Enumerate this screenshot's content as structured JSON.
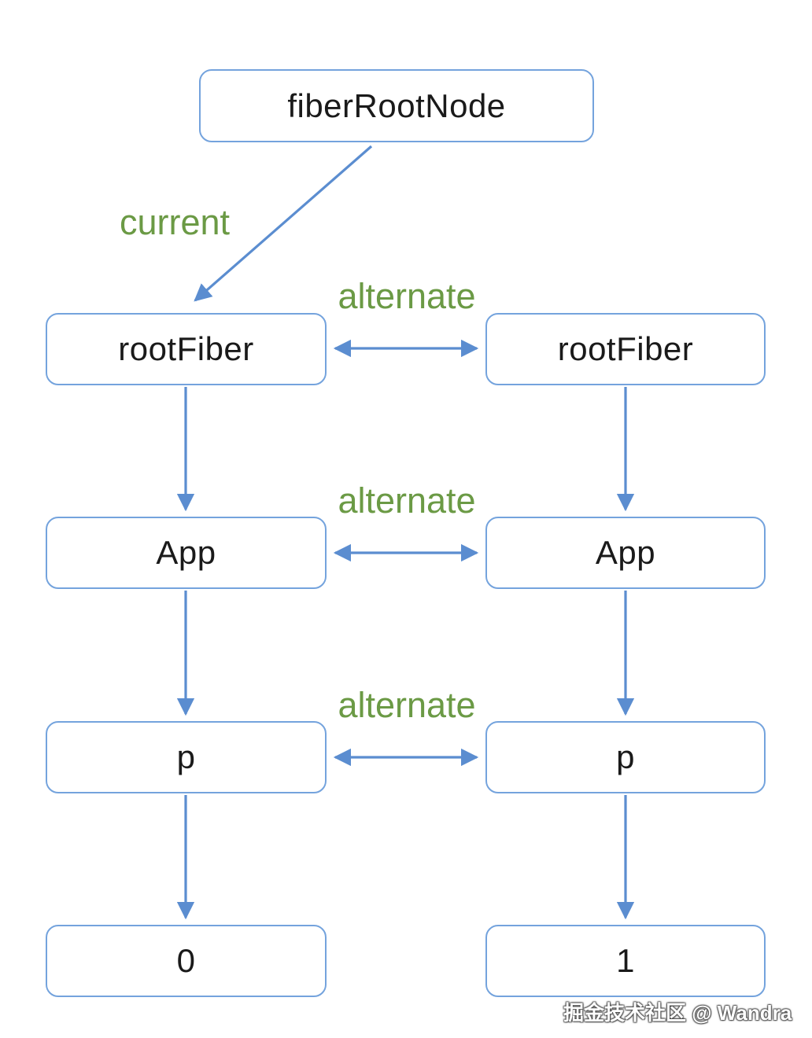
{
  "diagram": {
    "nodes": {
      "fiberRootNode": {
        "label": "fiberRootNode"
      },
      "rootFiberLeft": {
        "label": "rootFiber"
      },
      "rootFiberRight": {
        "label": "rootFiber"
      },
      "appLeft": {
        "label": "App"
      },
      "appRight": {
        "label": "App"
      },
      "pLeft": {
        "label": "p"
      },
      "pRight": {
        "label": "p"
      },
      "childLeft": {
        "label": "0"
      },
      "childRight": {
        "label": "1"
      }
    },
    "edges": {
      "current": {
        "label": "current",
        "from": "fiberRootNode",
        "to": "rootFiberLeft",
        "style": "single-arrow"
      },
      "alternate1": {
        "label": "alternate",
        "from": "rootFiberLeft",
        "to": "rootFiberRight",
        "style": "double-arrow"
      },
      "alternate2": {
        "label": "alternate",
        "from": "appLeft",
        "to": "appRight",
        "style": "double-arrow"
      },
      "alternate3": {
        "label": "alternate",
        "from": "pLeft",
        "to": "pRight",
        "style": "double-arrow"
      },
      "rootFiberLeft_appLeft": {
        "label": "",
        "from": "rootFiberLeft",
        "to": "appLeft",
        "style": "single-arrow"
      },
      "rootFiberRight_appRight": {
        "label": "",
        "from": "rootFiberRight",
        "to": "appRight",
        "style": "single-arrow"
      },
      "appLeft_pLeft": {
        "label": "",
        "from": "appLeft",
        "to": "pLeft",
        "style": "single-arrow"
      },
      "appRight_pRight": {
        "label": "",
        "from": "appRight",
        "to": "pRight",
        "style": "single-arrow"
      },
      "pLeft_childLeft": {
        "label": "",
        "from": "pLeft",
        "to": "childLeft",
        "style": "single-arrow"
      },
      "pRight_childRight": {
        "label": "",
        "from": "pRight",
        "to": "childRight",
        "style": "single-arrow"
      }
    },
    "colors": {
      "box_border": "#74a3dd",
      "arrow": "#5b8dd0",
      "edge_label_green": "#6b9a45",
      "node_text": "#1a1a1a",
      "background": "#ffffff"
    },
    "watermark": "掘金技术社区 @ Wandra"
  }
}
